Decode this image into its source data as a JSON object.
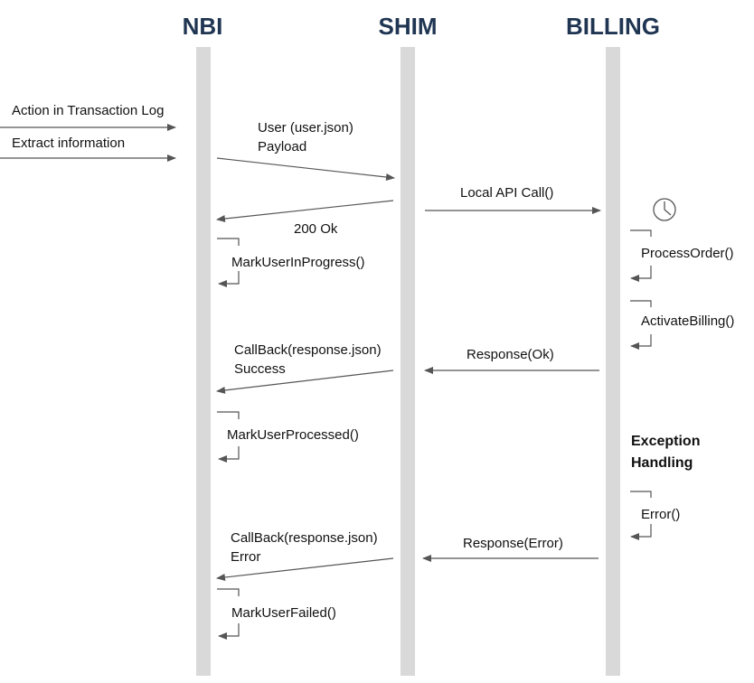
{
  "lanes": {
    "nbi": "NBI",
    "shim": "SHIM",
    "billing": "BILLING"
  },
  "messages": {
    "action_log": "Action in Transaction Log",
    "extract_info": "Extract information",
    "user_payload_1": "User (user.json)",
    "user_payload_2": "Payload",
    "ok_200": "200 Ok",
    "local_api": "Local API Call()",
    "mark_in_progress": "MarkUserInProgress()",
    "process_order": "ProcessOrder()",
    "activate_billing": "ActivateBilling()",
    "callback_success_1": "CallBack(response.json)",
    "callback_success_2": "Success",
    "response_ok": "Response(Ok)",
    "mark_processed": "MarkUserProcessed()",
    "exception_1": "Exception",
    "exception_2": "Handling",
    "error_call": "Error()",
    "callback_error_1": "CallBack(response.json)",
    "callback_error_2": "Error",
    "response_error": "Response(Error)",
    "mark_failed": "MarkUserFailed()"
  },
  "icons": {
    "timer": "clock-icon"
  },
  "colors": {
    "lane_title": "#1f3552",
    "lifeline": "#d9d9d9",
    "arrow": "#555555"
  }
}
